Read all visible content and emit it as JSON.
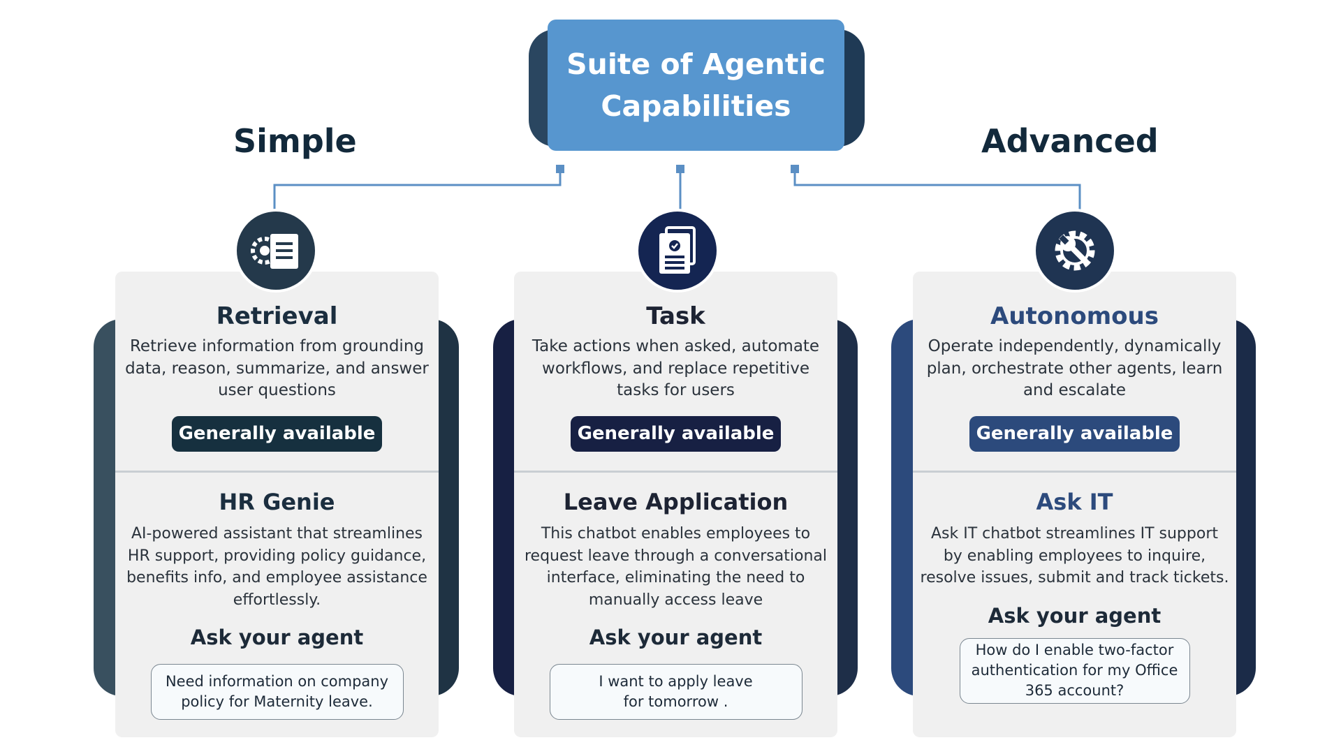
{
  "header": {
    "title": "Suite of Agentic Capabilities"
  },
  "levels": {
    "simple": "Simple",
    "advanced": "Advanced"
  },
  "columns": [
    {
      "title": "Retrieval",
      "description": "Retrieve information from grounding data, reason, summarize, and answer user questions",
      "badge": "Generally available",
      "example_title": "HR Genie",
      "example_description": "AI-powered assistant that streamlines HR support, providing policy guidance, benefits info, and employee assistance effortlessly.",
      "ask_label": "Ask your agent",
      "prompt": "Need information on company policy for Maternity leave.",
      "icon": "document-gear-icon",
      "color": "#1b3040"
    },
    {
      "title": "Task",
      "description": "Take actions when asked, automate workflows, and replace repetitive tasks for users",
      "badge": "Generally available",
      "example_title": "Leave Application",
      "example_description": "This chatbot enables employees to request leave through a conversational interface, eliminating the need to manually access leave",
      "ask_label": "Ask your agent",
      "prompt": "I want to apply leave for tomorrow .",
      "icon": "checklist-documents-icon",
      "color": "#172043"
    },
    {
      "title": "Autonomous",
      "description": "Operate independently, dynamically plan, orchestrate other agents, learn and escalate",
      "badge": "Generally available",
      "example_title": "Ask IT",
      "example_description": "Ask IT chatbot streamlines IT support by enabling employees to inquire, resolve issues, submit and track tickets.",
      "ask_label": "Ask your agent",
      "prompt": "How do I enable two-factor authentication for my Office 365 account?",
      "icon": "gear-wrench-icon",
      "color": "#2c4a7c"
    }
  ]
}
